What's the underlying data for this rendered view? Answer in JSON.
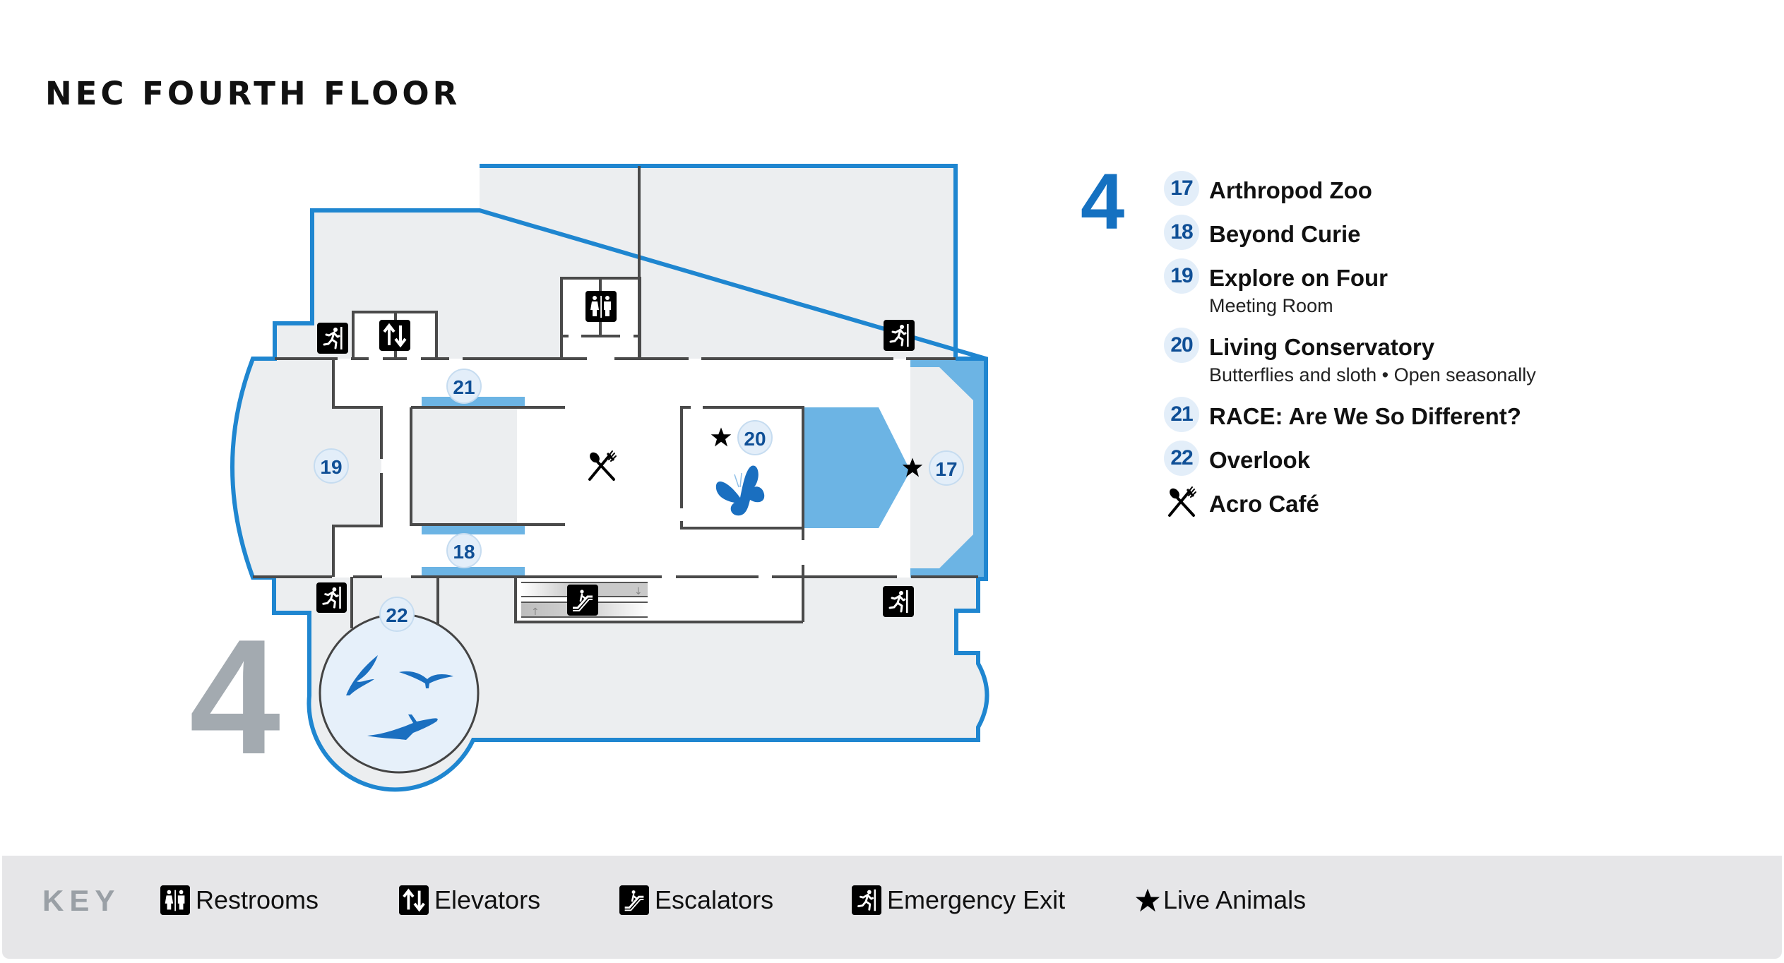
{
  "page": {
    "title": "NEC FOURTH FLOOR"
  },
  "map": {
    "floor_number": "4",
    "markers": [
      {
        "number": "17",
        "live_animals": true
      },
      {
        "number": "18",
        "live_animals": false
      },
      {
        "number": "19",
        "live_animals": false
      },
      {
        "number": "20",
        "live_animals": true
      },
      {
        "number": "21",
        "live_animals": false
      },
      {
        "number": "22",
        "live_animals": false
      }
    ],
    "icons": [
      "emergency-exit",
      "elevator",
      "restroom",
      "escalator",
      "cafe",
      "butterfly",
      "pterosaur"
    ]
  },
  "legend": {
    "floor_number": "4",
    "items": [
      {
        "number": "17",
        "name": "Arthropod Zoo",
        "subtitle": ""
      },
      {
        "number": "18",
        "name": "Beyond Curie",
        "subtitle": ""
      },
      {
        "number": "19",
        "name": "Explore on Four",
        "subtitle": "Meeting Room"
      },
      {
        "number": "20",
        "name": "Living Conservatory",
        "subtitle": "Butterflies and sloth • Open seasonally"
      },
      {
        "number": "21",
        "name": "RACE: Are We So Different?",
        "subtitle": ""
      },
      {
        "number": "22",
        "name": "Overlook",
        "subtitle": ""
      }
    ],
    "cafe": {
      "icon": "fork-spoon-icon",
      "name": "Acro Café"
    }
  },
  "key": {
    "label": "KEY",
    "items": [
      {
        "icon": "restroom-icon",
        "label": "Restrooms"
      },
      {
        "icon": "elevator-icon",
        "label": "Elevators"
      },
      {
        "icon": "escalator-icon",
        "label": "Escalators"
      },
      {
        "icon": "emergency-exit-icon",
        "label": "Emergency Exit"
      },
      {
        "icon": "star-icon",
        "label": "Live Animals"
      }
    ]
  },
  "colors": {
    "outline_blue": "#1f86d0",
    "exhibit_blue": "#6cb4e4",
    "marker_fill": "#e3eef9",
    "marker_text": "#0f4f96",
    "floor_blue": "#1571c1",
    "floor_grey": "#a3aab0",
    "room_grey": "#eceef0",
    "key_bg": "#e6e6e8"
  }
}
